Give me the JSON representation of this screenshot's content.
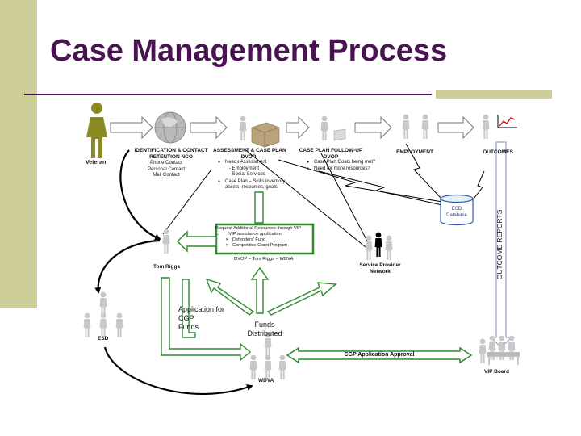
{
  "title": "Case Management Process",
  "nodes": {
    "veteran": "Veteran",
    "tom_riggs": "Tom Riggs",
    "esd": "ESD",
    "wdva": "WDVA",
    "vip_board": "VIP Board",
    "service_provider": [
      "Service Provider",
      "Network"
    ],
    "esd_database": [
      "ESD",
      "Database"
    ]
  },
  "stages": {
    "identification": {
      "title": [
        "IDENTIFICATION & CONTACT",
        "RETENTION NCO"
      ],
      "items": [
        "Phone Contact",
        "Personal Contact",
        "Mail Contact"
      ]
    },
    "assessment": {
      "title": [
        "ASSESSMENT & CASE PLAN",
        "DVOP"
      ],
      "item1": "Needs Assessment",
      "sub1": [
        "- Employment",
        "- Social Services"
      ],
      "item2": [
        "Case Plan – Skills inventory,",
        "assets, resources, goals"
      ]
    },
    "followup": {
      "title": [
        "CASE PLAN FOLLOW-UP",
        "DVOP"
      ],
      "items": [
        "Case Plan Goals being met?",
        "Need for more resources?"
      ]
    },
    "employment": {
      "title": "EMPLOYMENT"
    },
    "outcomes": {
      "title": "OUTCOMES"
    }
  },
  "request_box": {
    "line1": "Request Additional Resources through VIP",
    "line2": "VIP assistance application",
    "items": [
      "Defenders’ Fund",
      "Competitive Grant Program"
    ],
    "footer": "DVOP – Tom Riggs – WDVA"
  },
  "application_text": [
    "Application for",
    "CGP",
    "Funds"
  ],
  "funds_text": [
    "Funds",
    "Distributed"
  ],
  "cgp_approval": "CGP Application Approval",
  "outcome_reports": "OUTCOME REPORTS",
  "colors": {
    "title": "#4a1452",
    "bar": "#cdcd98",
    "green": "#2e8b2e",
    "purple": "#7a1870",
    "veteran": "#8a8a22",
    "figure": "#c8c8c8"
  }
}
